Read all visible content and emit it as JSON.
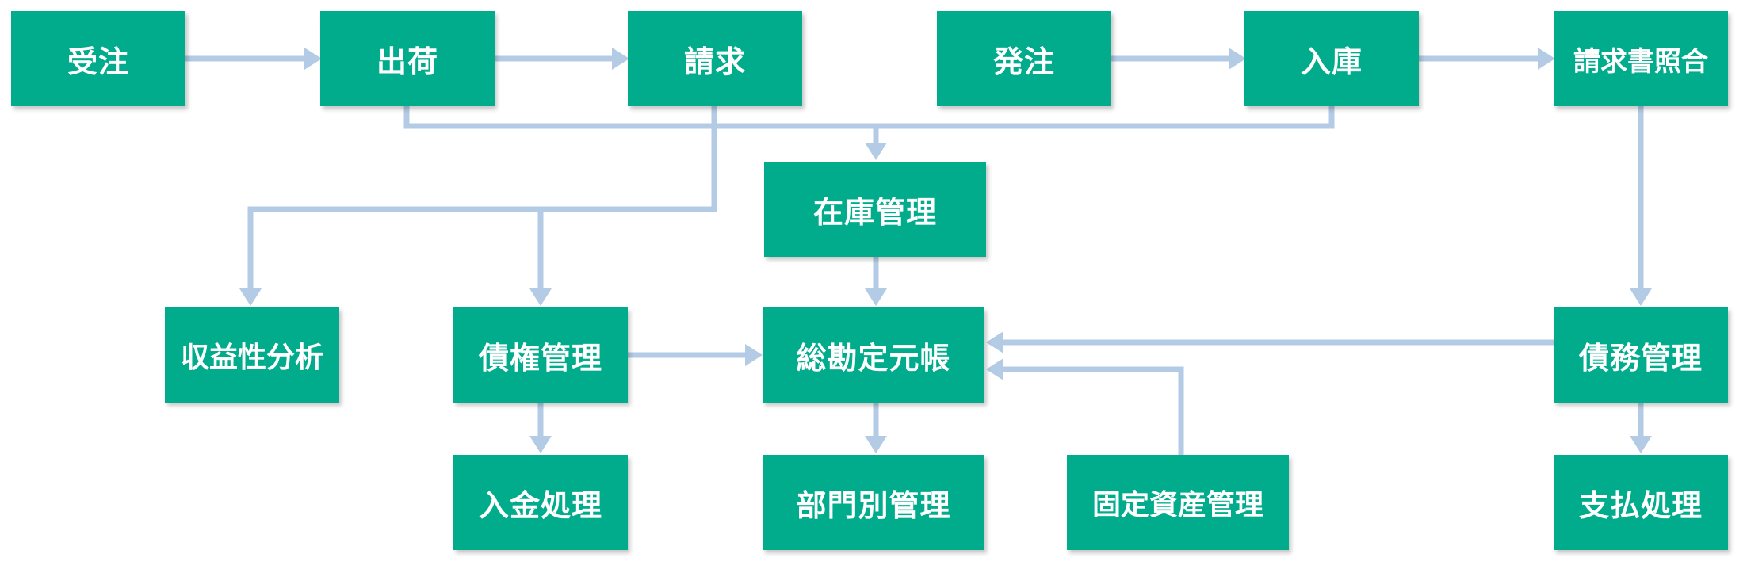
{
  "nodes": {
    "juchu": "受注",
    "shukka": "出荷",
    "seikyu": "請求",
    "hacchu": "発注",
    "nyuko": "入庫",
    "seikyusho_shogo": "請求書照合",
    "zaiko_kanri": "在庫管理",
    "shuekisei_bunseki": "収益性分析",
    "saiken_kanri": "債権管理",
    "sokanjo_motocho": "総勘定元帳",
    "saimu_kanri": "債務管理",
    "nyukin_shori": "入金処理",
    "bumonbetsu_kanri": "部門別管理",
    "kotei_shisan_kanri": "固定資産管理",
    "shiharai_shori": "支払処理"
  },
  "colors": {
    "node_fill": "#00ac8c",
    "node_text": "#ffffff",
    "connector": "#b3cbe4"
  }
}
